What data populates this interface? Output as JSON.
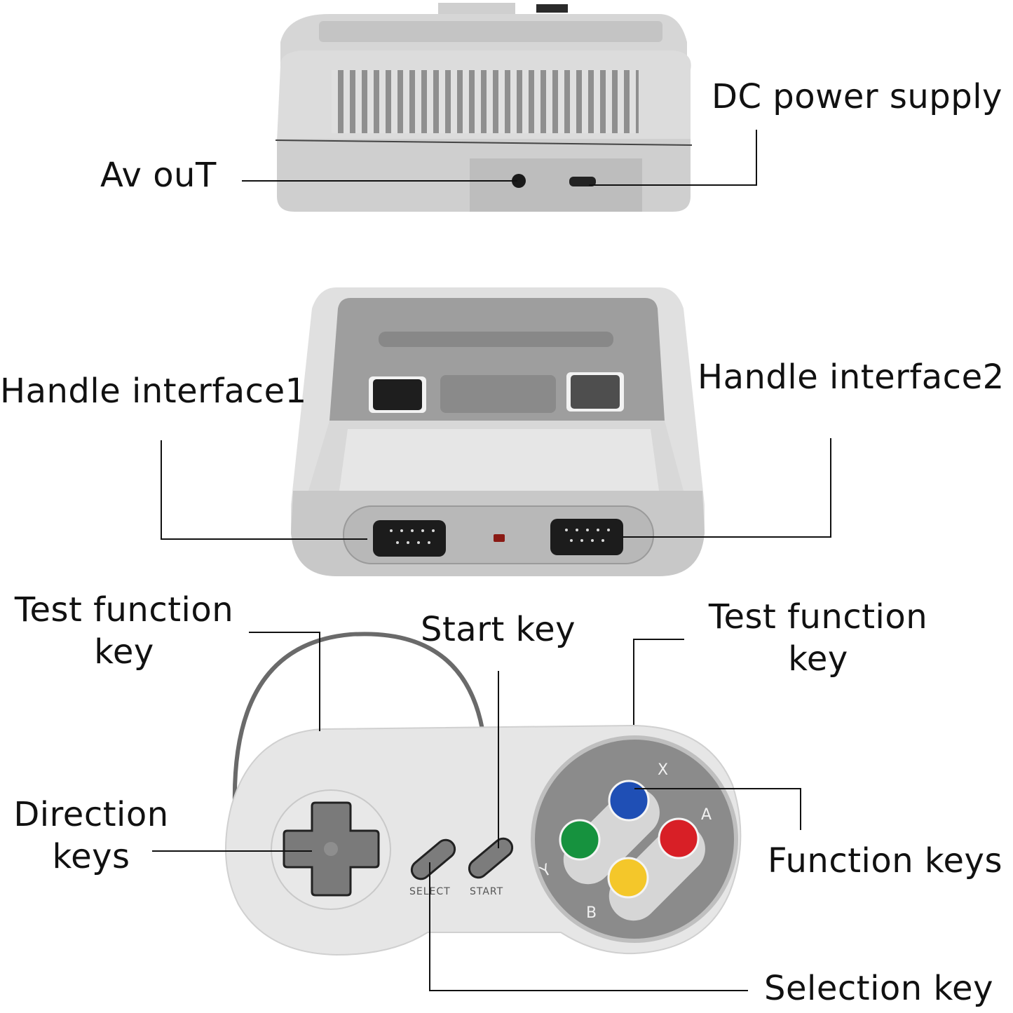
{
  "labels": {
    "av_out": "Av ouT",
    "dc_power": "DC power supply",
    "handle1": "Handle interface1",
    "handle2": "Handle interface2",
    "test_left_line1": "Test function",
    "test_left_line2": "key",
    "start_key": "Start key",
    "test_right_line1": "Test function",
    "test_right_line2": "key",
    "direction_line1": "Direction",
    "direction_line2": "keys",
    "function_keys": "Function keys",
    "selection_key": "Selection key"
  },
  "controller": {
    "select_text": "SELECT",
    "start_text": "START",
    "button_x": "X",
    "button_a": "A",
    "button_y": "Y",
    "button_b": "B"
  },
  "colors": {
    "body_light": "#e4e4e4",
    "body_mid": "#cfcfcf",
    "panel_gray": "#9a9a9a",
    "dark_gray": "#6e6e6e",
    "port_black": "#1c1c1c",
    "blue": "#1f4fb5",
    "green": "#16923e",
    "red": "#d81f26",
    "yellow": "#f4c72a",
    "led_red": "#8a1a14"
  }
}
